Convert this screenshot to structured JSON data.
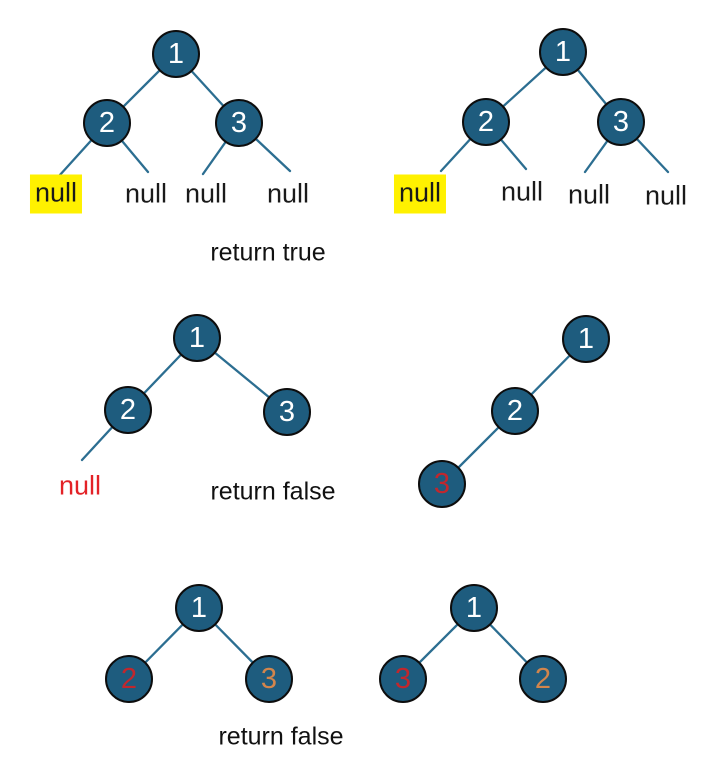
{
  "figure": {
    "title": "binary tree comparison diagram",
    "colors": {
      "node_fill": "#1e5c7e",
      "node_border": "#0d0d0d",
      "edge": "#2c6e91",
      "node_label_white": "#ffffff",
      "node_label_red": "#c1272d",
      "node_label_orange": "#d2854c",
      "null_text_black": "#1a1a1a",
      "null_text_red": "#e32227",
      "highlight_yellow": "#fff100",
      "caption_text": "#111111",
      "background": "#ffffff"
    },
    "rows": [
      {
        "caption": "return true",
        "trees": [
          {
            "name": "identical-tree-left",
            "nodes": [
              {
                "label": "1"
              },
              {
                "label": "2"
              },
              {
                "label": "3"
              }
            ],
            "leaves": [
              {
                "text": "null",
                "highlighted": true
              },
              {
                "text": "null"
              },
              {
                "text": "null"
              },
              {
                "text": "null"
              }
            ]
          },
          {
            "name": "identical-tree-right",
            "nodes": [
              {
                "label": "1"
              },
              {
                "label": "2"
              },
              {
                "label": "3"
              }
            ],
            "leaves": [
              {
                "text": "null",
                "highlighted": true
              },
              {
                "text": "null"
              },
              {
                "text": "null"
              },
              {
                "text": "null"
              }
            ]
          }
        ]
      },
      {
        "caption": "return false",
        "trees": [
          {
            "name": "tree-with-null-child",
            "nodes": [
              {
                "label": "1"
              },
              {
                "label": "2"
              },
              {
                "label": "3"
              }
            ],
            "leaves": [
              {
                "text": "null",
                "color": "red"
              }
            ]
          },
          {
            "name": "left-skewed-chain-tree",
            "nodes": [
              {
                "label": "1"
              },
              {
                "label": "2"
              },
              {
                "label": "3",
                "color": "red"
              }
            ],
            "leaves": []
          }
        ]
      },
      {
        "caption": "return false",
        "trees": [
          {
            "name": "swapped-values-tree-left",
            "nodes": [
              {
                "label": "1"
              },
              {
                "label": "2",
                "color": "red"
              },
              {
                "label": "3",
                "color": "orange"
              }
            ],
            "leaves": []
          },
          {
            "name": "swapped-values-tree-right",
            "nodes": [
              {
                "label": "1"
              },
              {
                "label": "3",
                "color": "red"
              },
              {
                "label": "2",
                "color": "orange"
              }
            ],
            "leaves": []
          }
        ]
      }
    ]
  }
}
